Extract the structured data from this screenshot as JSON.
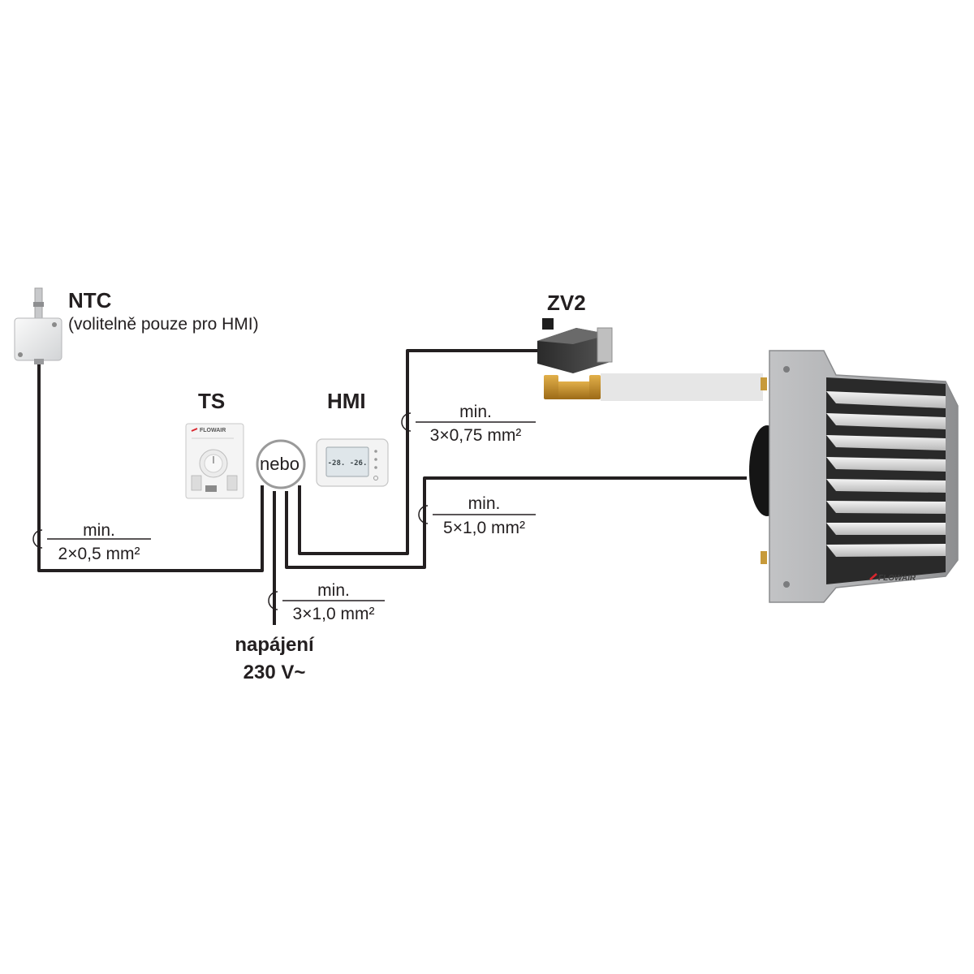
{
  "labels": {
    "ntc_title": "NTC",
    "ntc_note": "(volitelně pouze pro HMI)",
    "ts_title": "TS",
    "hmi_title": "HMI",
    "zv2_title": "ZV2",
    "or_label": "nebo",
    "power_line1": "napájení",
    "power_line2": "230 V~"
  },
  "cables": {
    "ntc": {
      "min": "min.",
      "section": "2×0,5 mm²"
    },
    "zv2": {
      "min": "min.",
      "section": "3×0,75 mm²"
    },
    "heater": {
      "min": "min.",
      "section": "5×1,0 mm²"
    },
    "power": {
      "min": "min.",
      "section": "3×1,0 mm²"
    }
  },
  "devices": {
    "ts_brand": "FLOWAIR",
    "hmi_display": "-28.  -26.",
    "heater_brand": "FLOWAIR"
  },
  "colors": {
    "wire": "#231f20",
    "circle": "#9a9a9a",
    "pipe": "#e6e6e6",
    "heater_body": "#a9aaac",
    "brand_red": "#d9262e"
  }
}
